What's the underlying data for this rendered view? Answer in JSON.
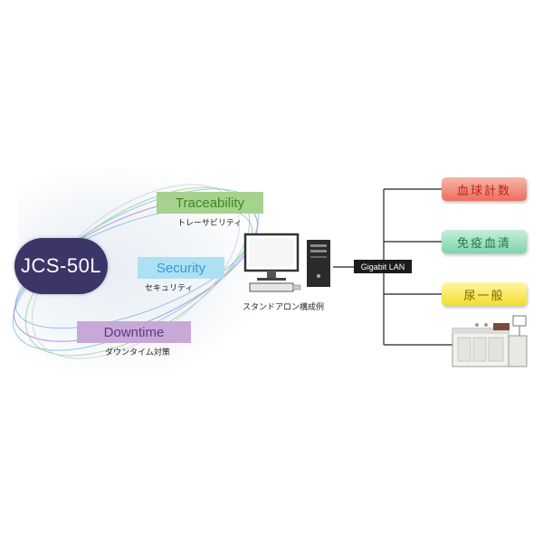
{
  "product": {
    "name": "JCS-50L"
  },
  "features": [
    {
      "label": "Traceability",
      "sub": "トレーサビリティ"
    },
    {
      "label": "Security",
      "sub": "セキュリティ"
    },
    {
      "label": "Downtime",
      "sub": "ダウンタイム対策"
    }
  ],
  "workstation": {
    "caption": "スタンドアロン構成例",
    "icon": "desktop-computer-icon"
  },
  "network": {
    "label": "Gigabit LAN"
  },
  "departments": [
    {
      "label": "血球計数",
      "color": "#ec6e5f"
    },
    {
      "label": "免疫血清",
      "color": "#7fd3aa"
    },
    {
      "label": "尿一般",
      "color": "#f2de2c"
    }
  ],
  "analyzer": {
    "icon": "lab-analyzer-icon"
  },
  "colors": {
    "pill": "#3c3567",
    "traceability": "#a6d18e",
    "security": "#aee0f3",
    "downtime": "#c6a9d6",
    "lan_label": "#1b1b1b"
  }
}
